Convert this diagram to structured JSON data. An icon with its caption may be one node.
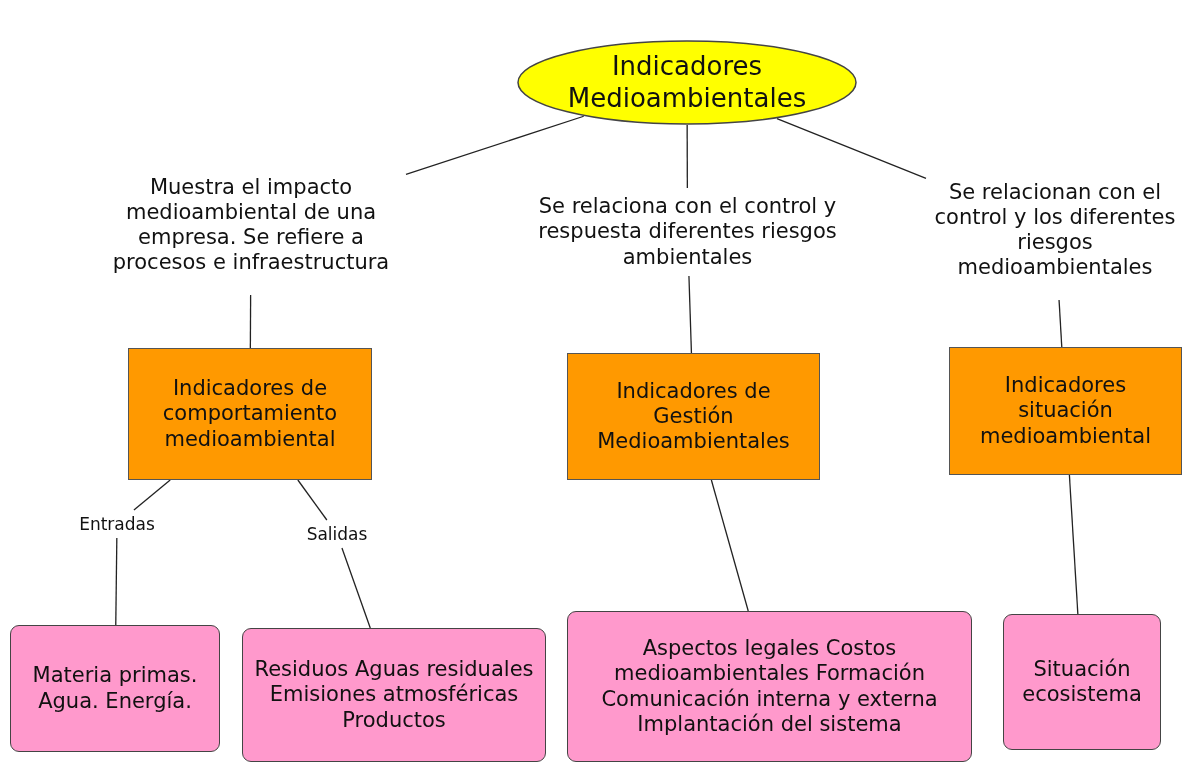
{
  "diagram": {
    "nodes": [
      {
        "text": [
          "Indicadores Medioambientales"
        ]
      },
      {
        "text": [
          "Muestra el impacto medioambiental de una empresa. Se refiere a procesos e infraestructura"
        ]
      },
      {
        "text": [
          "Se relaciona con el control y respuesta diferentes riesgos ambientales"
        ]
      },
      {
        "text": [
          "Se relacionan con el control y los diferentes riesgos medioambientales"
        ]
      },
      {
        "text": [
          "Indicadores de comportamiento medioambiental"
        ]
      },
      {
        "text": [
          "Indicadores de Gestión Medioambientales"
        ]
      },
      {
        "text": [
          "Indicadores situación medioambiental"
        ]
      },
      {
        "text": [
          "Entradas"
        ]
      },
      {
        "text": [
          "Salidas"
        ]
      },
      {
        "text": [
          "Materia primas. Agua. Energía."
        ]
      },
      {
        "text": [
          "Residuos Aguas residuales Emisiones atmosféricas Productos"
        ]
      },
      {
        "text": [
          "Aspectos legales Costos medioambientales Formación Comunicación interna y externa Implantación del sistema"
        ]
      },
      {
        "text": [
          "Situación ecosistema"
        ]
      }
    ],
    "edges": [
      {
        "from": 0,
        "to": 1,
        "arrow": "none"
      },
      {
        "from": 0,
        "to": 2,
        "arrow": "none"
      },
      {
        "from": 0,
        "to": 3,
        "arrow": "none"
      },
      {
        "from": 1,
        "to": 4,
        "arrow": "none"
      },
      {
        "from": 2,
        "to": 5,
        "arrow": "none"
      },
      {
        "from": 3,
        "to": 6,
        "arrow": "none"
      },
      {
        "from": 4,
        "to": 7,
        "arrow": "none"
      },
      {
        "from": 7,
        "to": 9,
        "arrow": "none"
      },
      {
        "from": 4,
        "to": 8,
        "arrow": "none"
      },
      {
        "from": 8,
        "to": 10,
        "arrow": "none"
      },
      {
        "from": 5,
        "to": 11,
        "arrow": "none"
      },
      {
        "from": 6,
        "to": 12,
        "arrow": "none"
      }
    ]
  }
}
